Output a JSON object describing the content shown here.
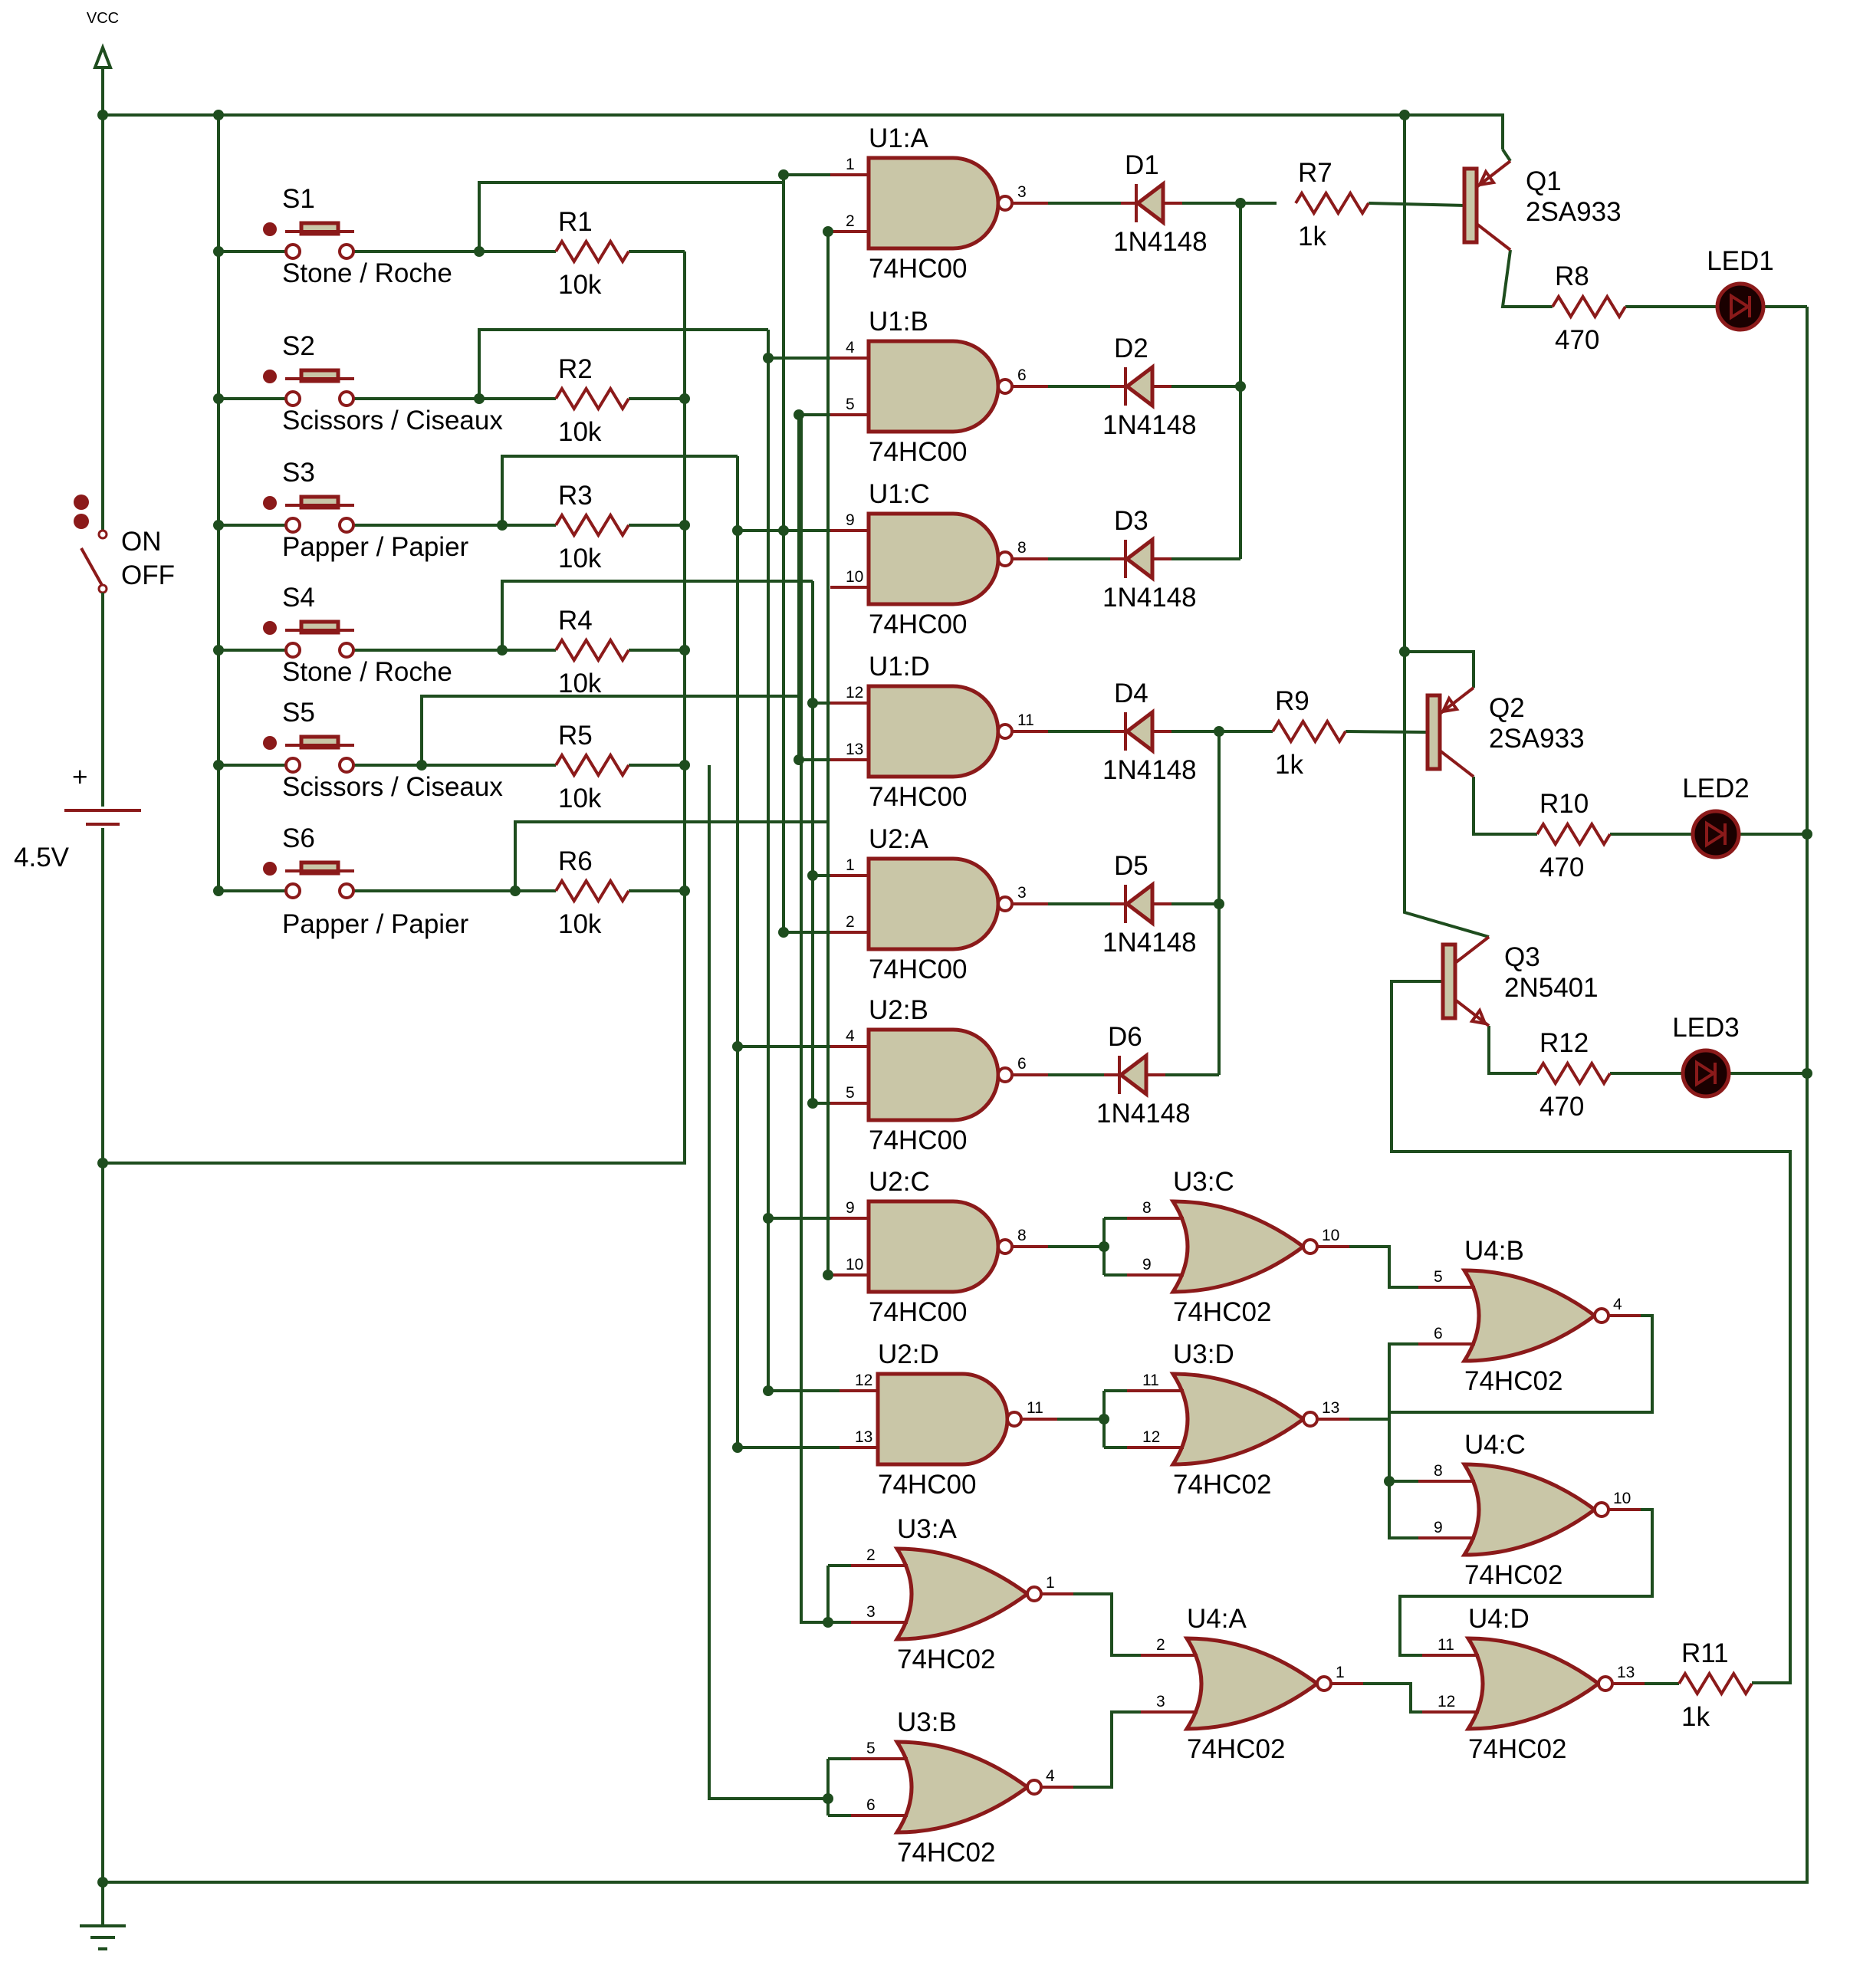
{
  "supply": {
    "vcc": "VCC",
    "battery_voltage": "4.5V",
    "battery_plus": "+",
    "switch_on": "ON",
    "switch_off": "OFF"
  },
  "switches": [
    {
      "ref": "S1",
      "label": "Stone / Roche"
    },
    {
      "ref": "S2",
      "label": "Scissors / Ciseaux"
    },
    {
      "ref": "S3",
      "label": "Papper / Papier"
    },
    {
      "ref": "S4",
      "label": "Stone / Roche"
    },
    {
      "ref": "S5",
      "label": "Scissors / Ciseaux"
    },
    {
      "ref": "S6",
      "label": "Papper / Papier"
    }
  ],
  "pulldown_resistors": [
    {
      "ref": "R1",
      "value": "10k"
    },
    {
      "ref": "R2",
      "value": "10k"
    },
    {
      "ref": "R3",
      "value": "10k"
    },
    {
      "ref": "R4",
      "value": "10k"
    },
    {
      "ref": "R5",
      "value": "10k"
    },
    {
      "ref": "R6",
      "value": "10k"
    }
  ],
  "nand_gates": [
    {
      "ref": "U1:A",
      "part": "74HC00",
      "pins": [
        "1",
        "2",
        "3"
      ]
    },
    {
      "ref": "U1:B",
      "part": "74HC00",
      "pins": [
        "4",
        "5",
        "6"
      ]
    },
    {
      "ref": "U1:C",
      "part": "74HC00",
      "pins": [
        "9",
        "10",
        "8"
      ]
    },
    {
      "ref": "U1:D",
      "part": "74HC00",
      "pins": [
        "12",
        "13",
        "11"
      ]
    },
    {
      "ref": "U2:A",
      "part": "74HC00",
      "pins": [
        "1",
        "2",
        "3"
      ]
    },
    {
      "ref": "U2:B",
      "part": "74HC00",
      "pins": [
        "4",
        "5",
        "6"
      ]
    },
    {
      "ref": "U2:C",
      "part": "74HC00",
      "pins": [
        "9",
        "10",
        "8"
      ]
    },
    {
      "ref": "U2:D",
      "part": "74HC00",
      "pins": [
        "12",
        "13",
        "11"
      ]
    }
  ],
  "nor_gates": [
    {
      "ref": "U3:C",
      "part": "74HC02",
      "pins": [
        "8",
        "9",
        "10"
      ]
    },
    {
      "ref": "U3:D",
      "part": "74HC02",
      "pins": [
        "11",
        "12",
        "13"
      ]
    },
    {
      "ref": "U4:B",
      "part": "74HC02",
      "pins": [
        "5",
        "6",
        "4"
      ]
    },
    {
      "ref": "U4:C",
      "part": "74HC02",
      "pins": [
        "8",
        "9",
        "10"
      ]
    },
    {
      "ref": "U3:A",
      "part": "74HC02",
      "pins": [
        "2",
        "3",
        "1"
      ]
    },
    {
      "ref": "U4:A",
      "part": "74HC02",
      "pins": [
        "2",
        "3",
        "1"
      ]
    },
    {
      "ref": "U4:D",
      "part": "74HC02",
      "pins": [
        "11",
        "12",
        "13"
      ]
    },
    {
      "ref": "U3:B",
      "part": "74HC02",
      "pins": [
        "5",
        "6",
        "4"
      ]
    }
  ],
  "diodes": [
    {
      "ref": "D1",
      "part": "1N4148"
    },
    {
      "ref": "D2",
      "part": "1N4148"
    },
    {
      "ref": "D3",
      "part": "1N4148"
    },
    {
      "ref": "D4",
      "part": "1N4148"
    },
    {
      "ref": "D5",
      "part": "1N4148"
    },
    {
      "ref": "D6",
      "part": "1N4148"
    }
  ],
  "resistors": [
    {
      "ref": "R7",
      "value": "1k"
    },
    {
      "ref": "R8",
      "value": "470"
    },
    {
      "ref": "R9",
      "value": "1k"
    },
    {
      "ref": "R10",
      "value": "470"
    },
    {
      "ref": "R11",
      "value": "1k"
    },
    {
      "ref": "R12",
      "value": "470"
    }
  ],
  "transistors": [
    {
      "ref": "Q1",
      "part": "2SA933"
    },
    {
      "ref": "Q2",
      "part": "2SA933"
    },
    {
      "ref": "Q3",
      "part": "2N5401"
    }
  ],
  "leds": [
    {
      "ref": "LED1"
    },
    {
      "ref": "LED2"
    },
    {
      "ref": "LED3"
    }
  ],
  "colors": {
    "wire": "#1e4d1e",
    "component": "#8b1a1a",
    "gate_fill": "#c9c6a7",
    "led_fill": "#1a0000"
  }
}
